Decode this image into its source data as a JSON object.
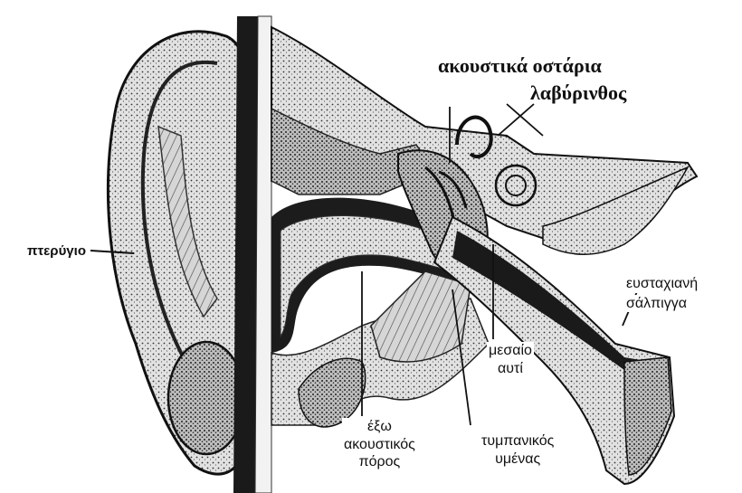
{
  "labels": {
    "ossicles": "ακουστικά οστάρια",
    "labyrinth": "λαβύρινθος",
    "auricle": "πτερύγιο",
    "eustachian_1": "ευσταχιανή",
    "eustachian_2": "σάλπιγγα",
    "middle_ear_1": "μεσαίο",
    "middle_ear_2": "αυτί",
    "canal_1": "έξω",
    "canal_2": "ακουστικός",
    "canal_3": "πόρος",
    "membrane_1": "τυμπανικός",
    "membrane_2": "υμένας"
  },
  "colors": {
    "ink": "#111111",
    "paper": "#ffffff",
    "tissue": "#d9d9d9",
    "dark": "#2a2a2a"
  }
}
